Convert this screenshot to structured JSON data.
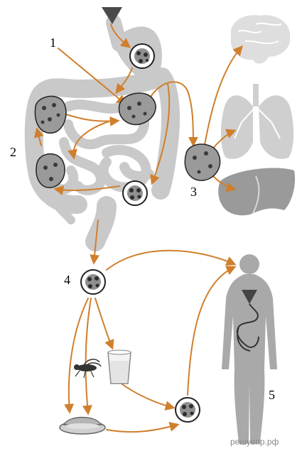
{
  "labels": {
    "stage_1": "1",
    "stage_2": "2",
    "stage_3": "3",
    "stage_4": "4",
    "stage_5": "5"
  },
  "watermark": "решувпр.рф",
  "colors": {
    "arrow": "#d07f2c",
    "gut": "#c9c9c9",
    "organ": "#c8c8c8",
    "human": "#a9a9a9",
    "cyst_ring": "#222222"
  }
}
